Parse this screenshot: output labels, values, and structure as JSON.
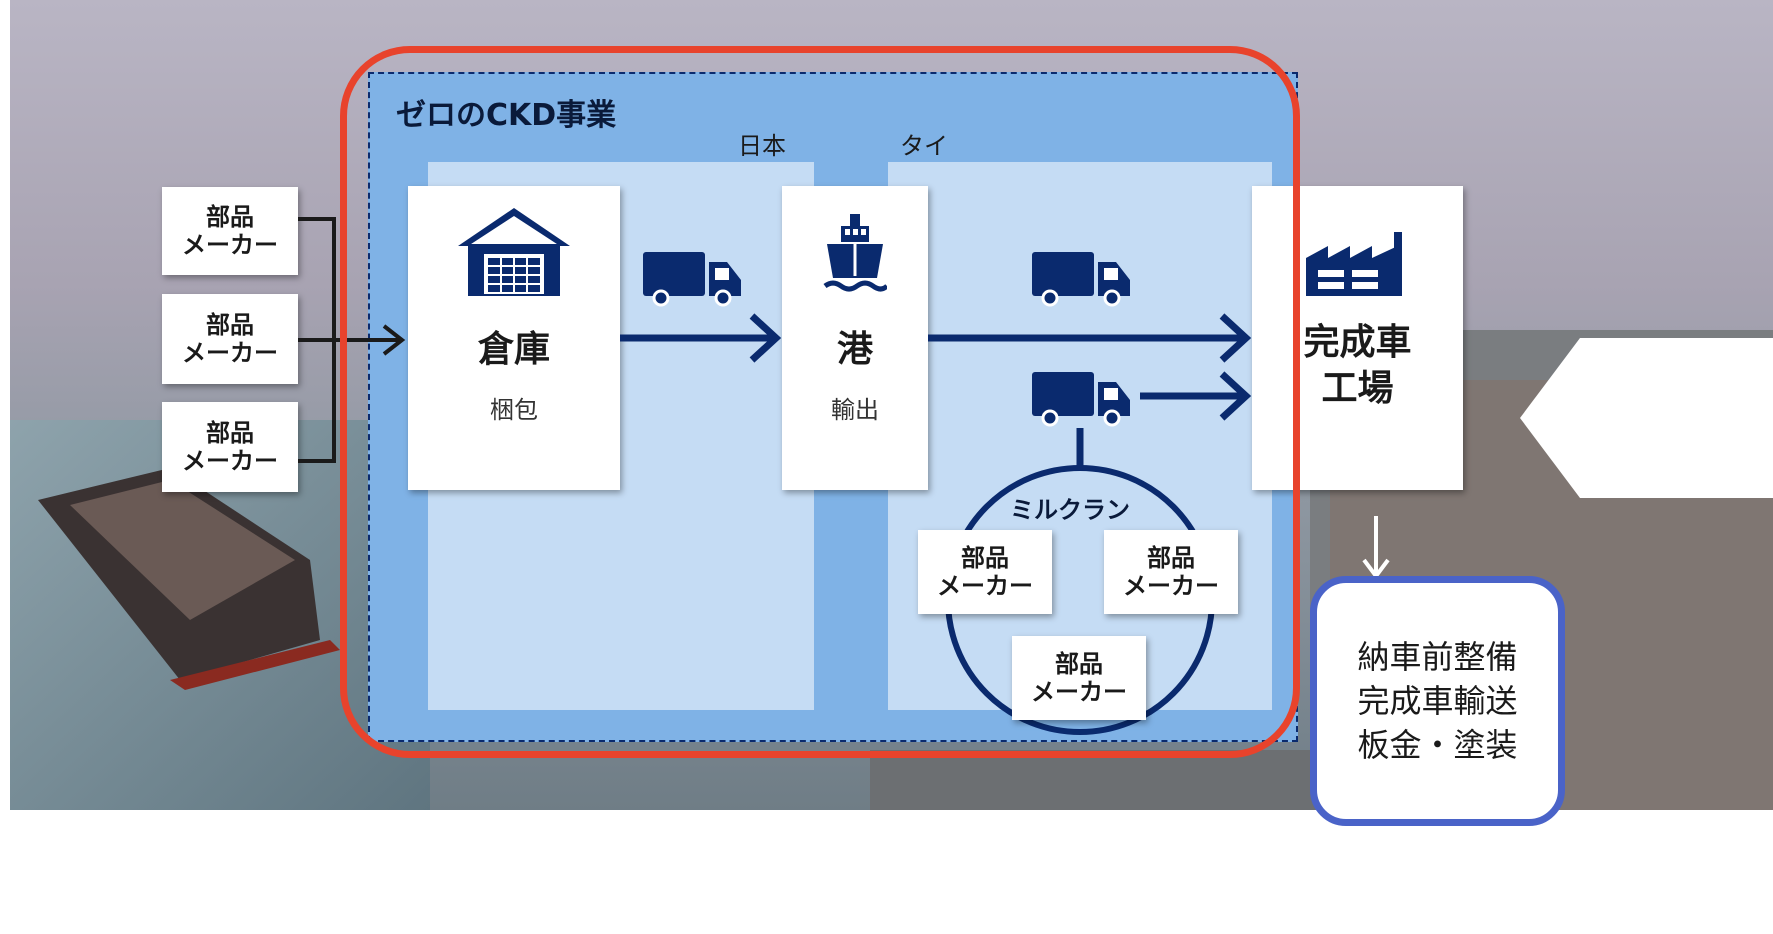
{
  "business": {
    "title": "ゼロのCKD事業"
  },
  "regions": {
    "japan": "日本",
    "thailand": "タイ"
  },
  "suppliers_left": [
    {
      "line1": "部品",
      "line2": "メーカー"
    },
    {
      "line1": "部品",
      "line2": "メーカー"
    },
    {
      "line1": "部品",
      "line2": "メーカー"
    }
  ],
  "warehouse": {
    "title": "倉庫",
    "subtitle": "梱包",
    "icon": "warehouse-icon"
  },
  "port": {
    "title": "港",
    "subtitle": "輸出",
    "icon": "ship-icon"
  },
  "factory": {
    "title_line1": "完成車",
    "title_line2": "工場",
    "icon": "factory-icon"
  },
  "milkrun": {
    "label": "ミルクラン",
    "suppliers": [
      {
        "line1": "部品",
        "line2": "メーカー"
      },
      {
        "line1": "部品",
        "line2": "メーカー"
      },
      {
        "line1": "部品",
        "line2": "メーカー"
      }
    ]
  },
  "services": {
    "line1": "納車前整備",
    "line2": "完成車輸送",
    "line3": "板金・塗装"
  },
  "colors": {
    "navy": "#0a2a6e",
    "panel_blue": "#7fb2e6",
    "light_region": "#c5dcf4",
    "highlight_red": "#e8432c",
    "services_border": "#4a63c8"
  }
}
